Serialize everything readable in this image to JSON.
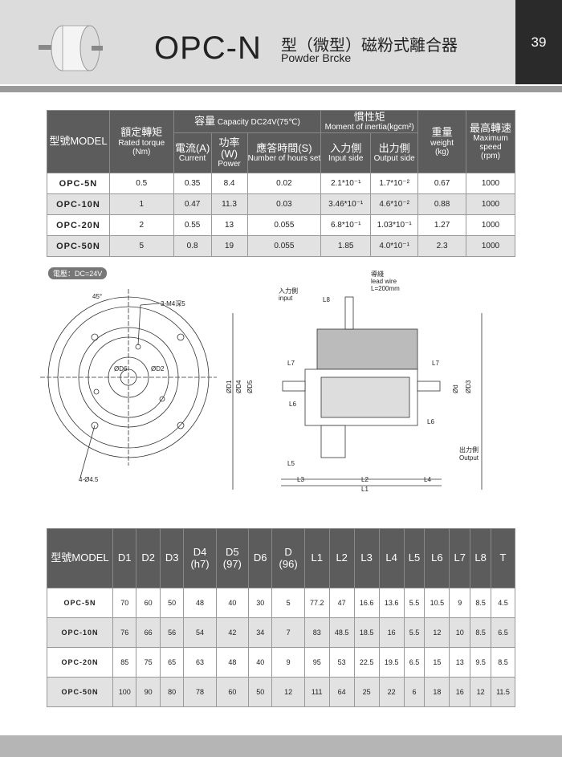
{
  "header": {
    "model": "OPC-N",
    "title_cn": "型（微型）磁粉式離合器",
    "title_en": "Powder Brcke",
    "page": "39"
  },
  "spec_table": {
    "h_model": "型號MODEL",
    "h_torque_cn": "額定轉矩",
    "h_torque_en": "Rated torque",
    "h_torque_unit": "(Nm)",
    "h_capacity_cn": "容量",
    "h_capacity_en": "Capacity  DC24V(75℃)",
    "h_current_cn": "電流(A)",
    "h_current_en": "Current",
    "h_power_cn": "功率(W)",
    "h_power_en": "Power",
    "h_resp_cn": "應答時間(S)",
    "h_resp_en": "Number of hours set",
    "h_inertia_cn": "慣性矩",
    "h_inertia_en": "Moment of inertia(kgcm²)",
    "h_in_cn": "入力側",
    "h_in_en": "Input side",
    "h_out_cn": "出力側",
    "h_out_en": "Output side",
    "h_weight_cn": "重量",
    "h_weight_en": "weight",
    "h_weight_unit": "(kg)",
    "h_speed_cn": "最高轉速",
    "h_speed_en": "Maximum speed",
    "h_speed_unit": "(rpm)",
    "rows": [
      [
        "OPC-5N",
        "0.5",
        "0.35",
        "8.4",
        "0.02",
        "2.1*10⁻¹",
        "1.7*10⁻²",
        "0.67",
        "1000"
      ],
      [
        "OPC-10N",
        "1",
        "0.47",
        "11.3",
        "0.03",
        "3.46*10⁻¹",
        "4.6*10⁻²",
        "0.88",
        "1000"
      ],
      [
        "OPC-20N",
        "2",
        "0.55",
        "13",
        "0.055",
        "6.8*10⁻¹",
        "1.03*10⁻¹",
        "1.27",
        "1000"
      ],
      [
        "OPC-50N",
        "5",
        "0.8",
        "19",
        "0.055",
        "1.85",
        "4.0*10⁻¹",
        "2.3",
        "1000"
      ]
    ]
  },
  "diagram": {
    "voltage": "電壓：DC=24V",
    "angle": "45°",
    "screw": "3-M4深5",
    "holes": "4-Ø4.5",
    "d6": "ØD6",
    "d2": "ØD2",
    "input_cn": "入力側",
    "input_en": "input",
    "lead_cn": "導綫",
    "lead_en": "lead wire",
    "lead_len": "L=200mm",
    "output_cn": "出力側",
    "output_en": "Output",
    "dims": [
      "ØD1",
      "ØD4",
      "ØD5",
      "Ød",
      "ØD3",
      "L8",
      "L7",
      "L7",
      "L6",
      "L6",
      "L5",
      "L3",
      "L2",
      "L4",
      "L1"
    ]
  },
  "dim_table": {
    "headers": [
      "型號MODEL",
      "D1",
      "D2",
      "D3",
      "D4\n(h7)",
      "D5\n(97)",
      "D6",
      "D\n(96)",
      "L1",
      "L2",
      "L3",
      "L4",
      "L5",
      "L6",
      "L7",
      "L8",
      "T"
    ],
    "rows": [
      [
        "OPC-5N",
        "70",
        "60",
        "50",
        "48",
        "40",
        "30",
        "5",
        "77.2",
        "47",
        "16.6",
        "13.6",
        "5.5",
        "10.5",
        "9",
        "8.5",
        "4.5"
      ],
      [
        "OPC-10N",
        "76",
        "66",
        "56",
        "54",
        "42",
        "34",
        "7",
        "83",
        "48.5",
        "18.5",
        "16",
        "5.5",
        "12",
        "10",
        "8.5",
        "6.5"
      ],
      [
        "OPC-20N",
        "85",
        "75",
        "65",
        "63",
        "48",
        "40",
        "9",
        "95",
        "53",
        "22.5",
        "19.5",
        "6.5",
        "15",
        "13",
        "9.5",
        "8.5"
      ],
      [
        "OPC-50N",
        "100",
        "90",
        "80",
        "78",
        "60",
        "50",
        "12",
        "111",
        "64",
        "25",
        "22",
        "6",
        "18",
        "16",
        "12",
        "11.5"
      ]
    ]
  }
}
